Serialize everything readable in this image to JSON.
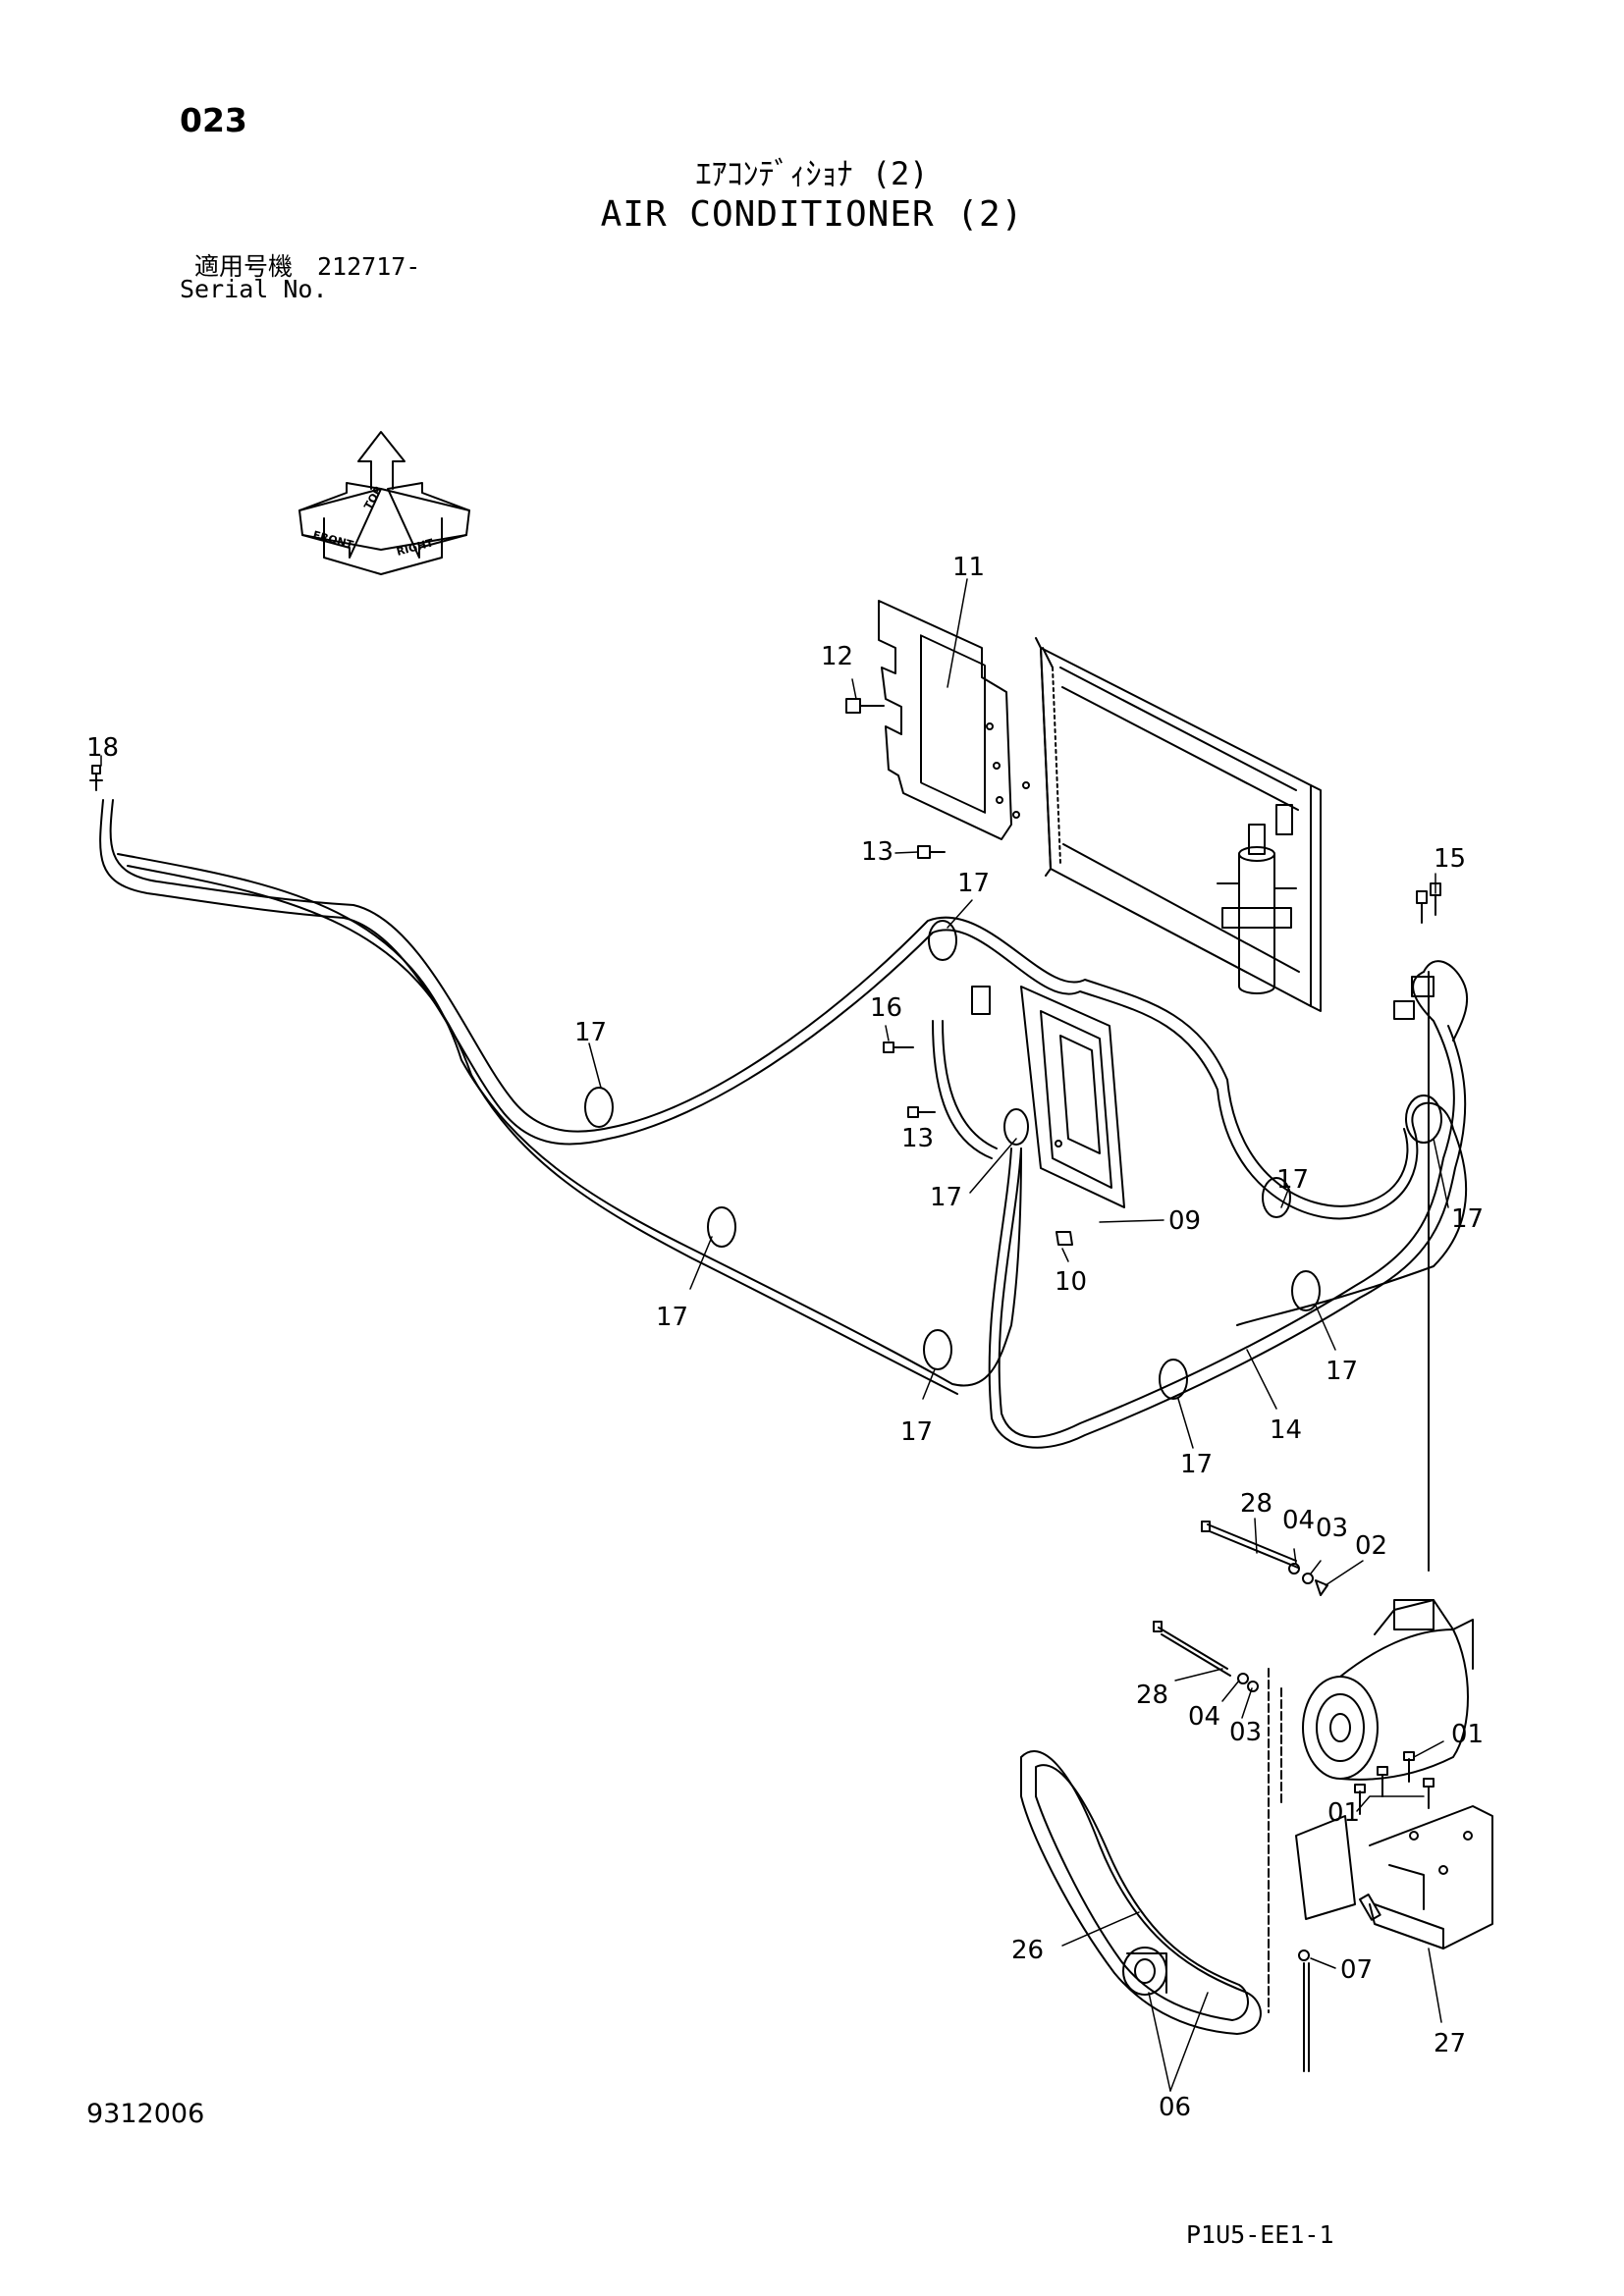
{
  "header": {
    "page_number": "023",
    "title_jp": "ｴｱｺﾝﾃﾞｨｼｮﾅ (2)",
    "title_en": "AIR CONDITIONER (2)",
    "serial_jp": "適用号機　212717-",
    "serial_en": "Serial No."
  },
  "footer": {
    "drawing_number": "9312006",
    "sheet_code": "P1U5-EE1-1"
  },
  "orientation": {
    "top": "TOP",
    "front": "FRONT",
    "right": "RIGHT"
  },
  "callouts": [
    "11",
    "12",
    "13",
    "18",
    "17",
    "16",
    "17",
    "13",
    "09",
    "17",
    "17",
    "17",
    "10",
    "17",
    "15",
    "17",
    "17",
    "17",
    "17",
    "14",
    "28",
    "04",
    "03",
    "02",
    "28",
    "04",
    "03",
    "01",
    "01",
    "26",
    "07",
    "27",
    "06"
  ],
  "colors": {
    "line": "#000000",
    "background": "#ffffff"
  }
}
